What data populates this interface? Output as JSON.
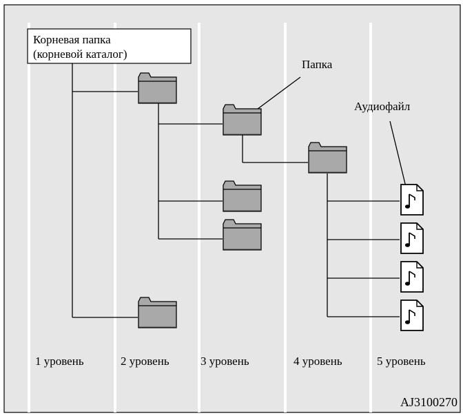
{
  "root": {
    "line1": "Корневая папка",
    "line2": "(корневой каталог)"
  },
  "callouts": {
    "folder": "Папка",
    "audio_file": "Аудиофайл"
  },
  "levels": [
    "1 уровень",
    "2 уровень",
    "3 уровень",
    "4 уровень",
    "5 уровень"
  ],
  "code": "AJ3100270",
  "icons": {
    "folder": "folder-icon",
    "audio": "audio-file-icon"
  },
  "colors": {
    "background": "#e6e6e6",
    "lane_stripe": "#ffffff",
    "folder_fill": "#a9a9a9",
    "line": "#000000"
  }
}
